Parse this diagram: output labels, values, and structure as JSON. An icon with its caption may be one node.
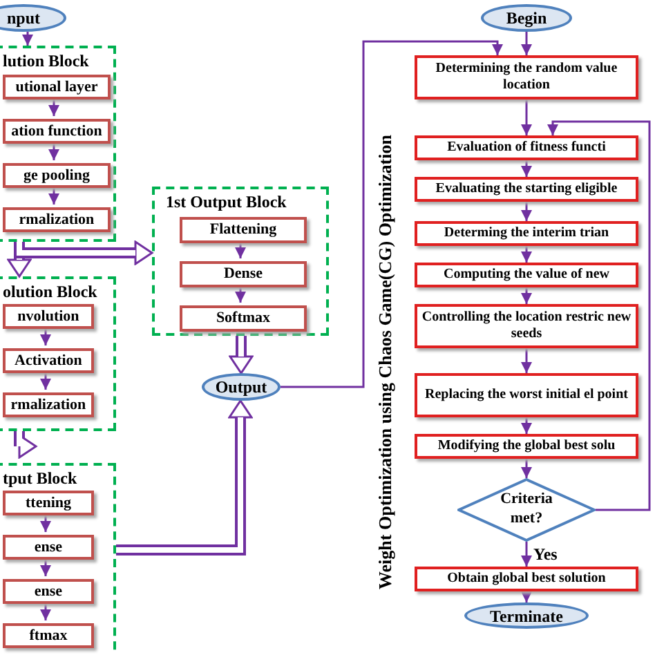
{
  "diagram": {
    "nodes": [
      {
        "text": [
          "nput"
        ]
      },
      {
        "text": [
          "lution Block"
        ]
      },
      {
        "text": [
          "utional layer"
        ],
        "in": 1
      },
      {
        "text": [
          "ation function"
        ],
        "in": 1
      },
      {
        "text": [
          "ge pooling"
        ],
        "in": 1
      },
      {
        "text": [
          "rmalization"
        ],
        "in": 1
      },
      {
        "text": [
          "olution Block"
        ]
      },
      {
        "text": [
          "nvolution"
        ],
        "in": 6
      },
      {
        "text": [
          "Activation"
        ],
        "in": 6
      },
      {
        "text": [
          "rmalization"
        ],
        "in": 6
      },
      {
        "text": [
          "tput Block"
        ]
      },
      {
        "text": [
          "ttening"
        ],
        "in": 10
      },
      {
        "text": [
          "ense"
        ],
        "in": 10
      },
      {
        "text": [
          "ense"
        ],
        "in": 10
      },
      {
        "text": [
          "ftmax"
        ],
        "in": 10
      },
      {
        "text": [
          "1st Output Block"
        ]
      },
      {
        "text": [
          "Flattening"
        ],
        "in": 15
      },
      {
        "text": [
          "Dense"
        ],
        "in": 15
      },
      {
        "text": [
          "Softmax"
        ],
        "in": 15
      },
      {
        "text": [
          "Output"
        ]
      },
      {
        "text": [
          "Begin"
        ]
      },
      {
        "text": [
          "Determining the random value location"
        ]
      },
      {
        "text": [
          "Evaluation of fitness functi"
        ]
      },
      {
        "text": [
          "Evaluating the starting eligible"
        ]
      },
      {
        "text": [
          "Determing the interim trian"
        ]
      },
      {
        "text": [
          "Computing the value of new"
        ]
      },
      {
        "text": [
          "Controlling the location restric new seeds"
        ]
      },
      {
        "text": [
          "Replacing the worst initial el point"
        ]
      },
      {
        "text": [
          "Modifying the global best solu"
        ]
      },
      {
        "text": [
          "Criteria met?"
        ]
      },
      {
        "text": [
          "Obtain global best solution"
        ]
      },
      {
        "text": [
          "Terminate"
        ]
      }
    ],
    "edges": [
      {
        "from": 0,
        "to": 1,
        "arrow": "to"
      },
      {
        "from": 2,
        "to": 3,
        "arrow": "to"
      },
      {
        "from": 3,
        "to": 4,
        "arrow": "to"
      },
      {
        "from": 4,
        "to": 5,
        "arrow": "to"
      },
      {
        "from": 1,
        "to": 6,
        "arrow": "to",
        "style": "thick"
      },
      {
        "from": 1,
        "to": 15,
        "arrow": "to",
        "style": "thick"
      },
      {
        "from": 7,
        "to": 8,
        "arrow": "to"
      },
      {
        "from": 8,
        "to": 9,
        "arrow": "to"
      },
      {
        "from": 6,
        "to": 10,
        "arrow": "to",
        "style": "thick"
      },
      {
        "from": 11,
        "to": 12,
        "arrow": "to"
      },
      {
        "from": 12,
        "to": 13,
        "arrow": "to"
      },
      {
        "from": 13,
        "to": 14,
        "arrow": "to"
      },
      {
        "from": 15,
        "to": 19,
        "arrow": "to",
        "style": "thick"
      },
      {
        "from": 10,
        "to": 19,
        "arrow": "to",
        "style": "thick"
      },
      {
        "from": 16,
        "to": 17,
        "arrow": "to"
      },
      {
        "from": 17,
        "to": 18,
        "arrow": "to"
      },
      {
        "from": 19,
        "to": 21,
        "arrow": "to"
      },
      {
        "from": 20,
        "to": 21,
        "arrow": "to"
      },
      {
        "from": 21,
        "to": 22,
        "arrow": "to"
      },
      {
        "from": 22,
        "to": 23,
        "arrow": "to"
      },
      {
        "from": 23,
        "to": 24,
        "arrow": "to"
      },
      {
        "from": 24,
        "to": 25,
        "arrow": "to"
      },
      {
        "from": 25,
        "to": 26,
        "arrow": "to"
      },
      {
        "from": 26,
        "to": 27,
        "arrow": "to"
      },
      {
        "from": 27,
        "to": 28,
        "arrow": "to"
      },
      {
        "from": 28,
        "to": 29,
        "arrow": "to"
      },
      {
        "from": 29,
        "to": 30,
        "arrow": "to",
        "label": "Yes"
      },
      {
        "from": 30,
        "to": 31,
        "arrow": "to"
      },
      {
        "from": 29,
        "to": 22,
        "arrow": "to"
      }
    ],
    "labels": [
      "Weight Optimization using Chaos Game(CG) Optimization"
    ]
  }
}
